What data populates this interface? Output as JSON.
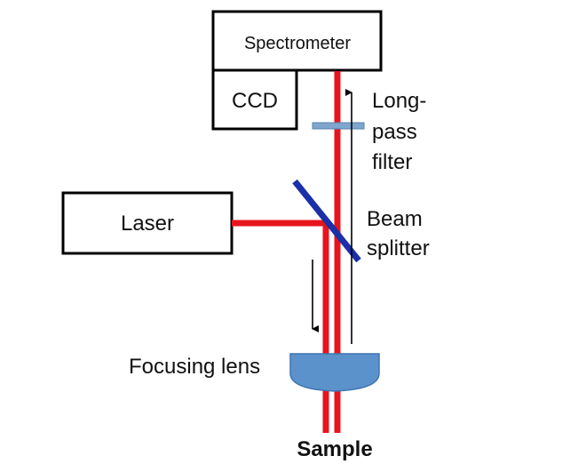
{
  "labels": {
    "spectrometer": "Spectrometer",
    "ccd": "CCD",
    "long_pass_1": "Long-",
    "long_pass_2": "pass",
    "long_pass_3": "filter",
    "laser": "Laser",
    "beam_1": "Beam",
    "beam_2": "splitter",
    "focusing_lens": "Focusing lens",
    "sample": "Sample"
  },
  "colors": {
    "beam": "#e8141c",
    "outline": "#000000",
    "splitter": "#1a2fa8",
    "filter": "#7fa6cc",
    "lens": "#5b92cc",
    "lens_stroke": "#3f74b0",
    "background": "#ffffff"
  }
}
